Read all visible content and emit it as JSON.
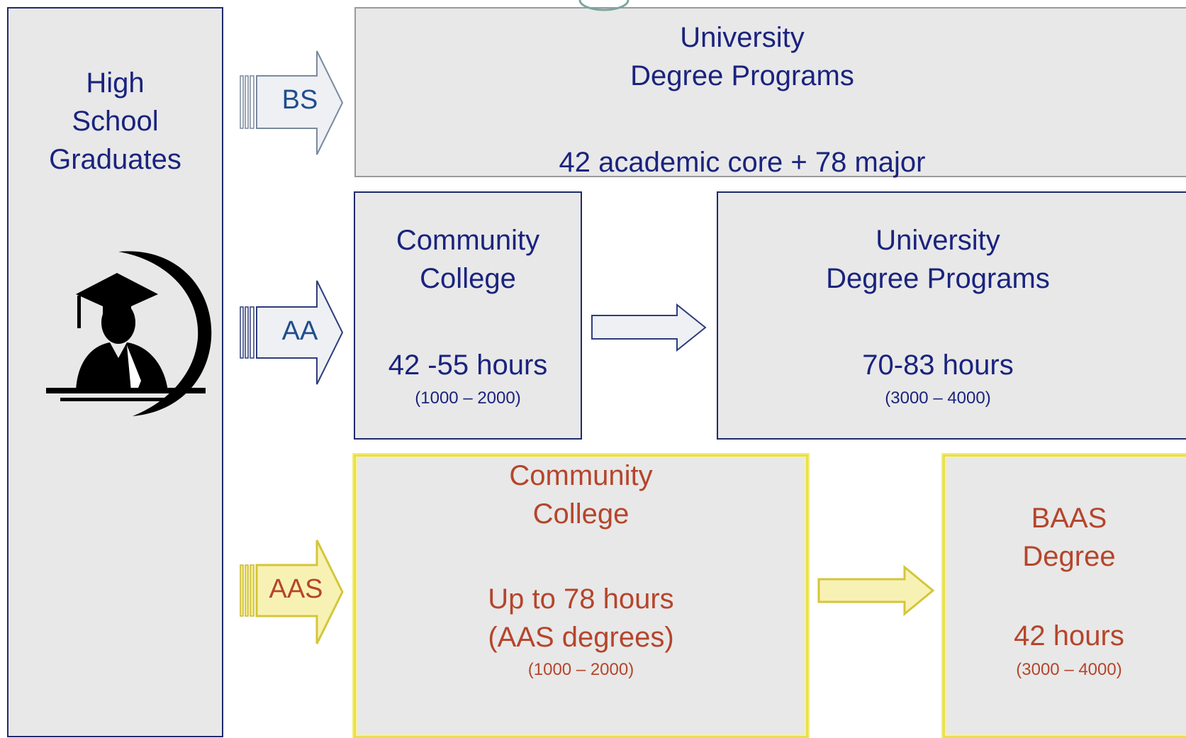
{
  "left_panel": {
    "title_lines": [
      "High",
      "School",
      "Graduates"
    ],
    "icon": "graduate-icon"
  },
  "paths": {
    "bs": {
      "arrow_label": "BS",
      "university": {
        "title_lines": [
          "University",
          "Degree Programs"
        ],
        "hours": "42 academic core + 78 major"
      }
    },
    "aa": {
      "arrow_label": "AA",
      "community_college": {
        "title_lines": [
          "Community",
          "College"
        ],
        "hours": "42 -55 hours",
        "level": "(1000 – 2000)"
      },
      "university": {
        "title_lines": [
          "University",
          "Degree Programs"
        ],
        "hours": "70-83 hours",
        "level": "(3000 – 4000)"
      }
    },
    "aas": {
      "arrow_label": "AAS",
      "community_college": {
        "title_lines": [
          "Community",
          "College"
        ],
        "hours": "Up to 78 hours",
        "hours_note": "(AAS degrees)",
        "level": "(1000 – 2000)"
      },
      "baas": {
        "title_lines": [
          "BAAS",
          "Degree"
        ],
        "hours": "42 hours",
        "level": "(3000 – 4000)"
      }
    }
  },
  "colors": {
    "navy_text": "#1a237e",
    "brown_text": "#b5452b",
    "box_fill": "#e8e8e8",
    "highlight": "#f3ec7a"
  }
}
